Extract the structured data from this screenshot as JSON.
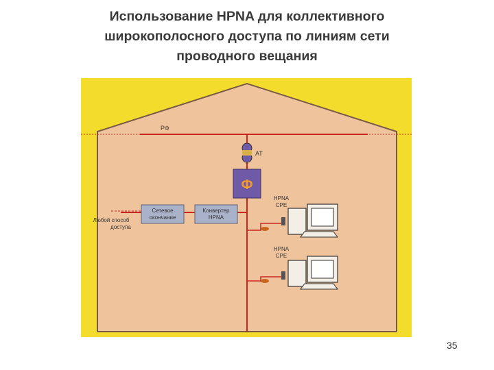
{
  "title": {
    "line1": "Использование HPNA для коллективного",
    "line2": "широкополосного доступа по линиям сети",
    "line3": "проводного вещания"
  },
  "diagram": {
    "labels": {
      "rf": "РФ",
      "at": "АТ",
      "filter_symbol": "Ф",
      "network_terminal_line1": "Сетевое",
      "network_terminal_line2": "окончание",
      "converter_line1": "Конвертер",
      "converter_line2": "HPNA",
      "hpna_cpe1_line1": "HPNA",
      "hpna_cpe1_line2": "CPE",
      "hpna_cpe2_line1": "HPNA",
      "hpna_cpe2_line2": "CPE",
      "access_line1": "Любой способ",
      "access_line2": "доступа"
    },
    "colors": {
      "background": "#f4dc2c",
      "house": "#efc49d",
      "outline": "#7a5a46",
      "wire": "#c8261e",
      "box": "#a9b2c9",
      "filter_box": "#6e5aa6",
      "filter_symbol": "#f29a2a"
    }
  },
  "footer": {
    "page_number": "35"
  }
}
